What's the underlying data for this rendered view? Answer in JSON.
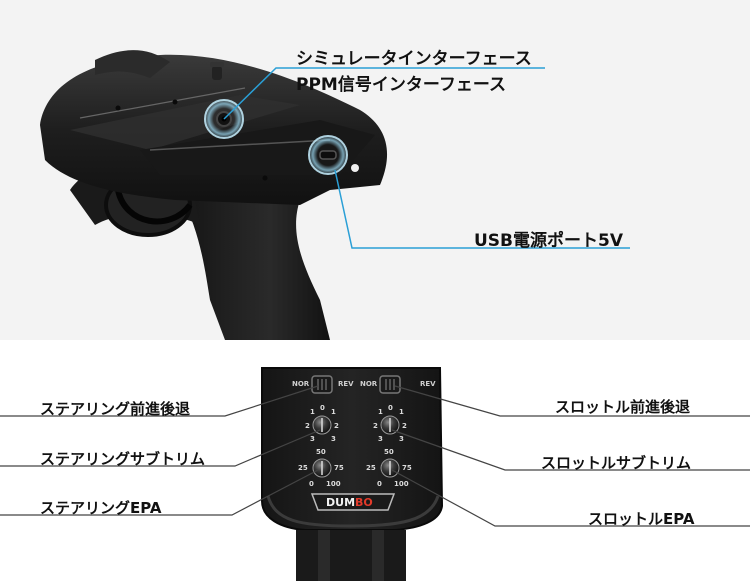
{
  "top": {
    "labels": {
      "simulator_interface": "シミュレータインターフェース",
      "ppm_interface": "PPM信号インターフェース",
      "usb_power": "USB電源ポート5V"
    }
  },
  "bottom": {
    "labels": {
      "steering_reverse": "ステアリング前進後退",
      "steering_subtrim": "ステアリングサブトリム",
      "steering_epa": "ステアリングEPA",
      "throttle_reverse": "スロットル前進後退",
      "throttle_subtrim": "スロットルサブトリム",
      "throttle_epa": "スロットルEPA"
    },
    "switch_left": {
      "nor": "NOR",
      "rev": "REV"
    },
    "switch_right": {
      "nor": "NOR",
      "rev": "REV"
    },
    "trim_knob_scale": {
      "top_left": "1",
      "top_mid": "0",
      "top_right": "1",
      "left": "2",
      "right": "2",
      "bottom_left": "3",
      "bottom_right": "3"
    },
    "epa_knob_scale": {
      "top": "50",
      "left": "25",
      "right": "75",
      "bottom_left": "0",
      "bottom_right": "100"
    },
    "brand": {
      "part1": "DUM",
      "part2": "BO"
    }
  },
  "colors": {
    "accent": "#2a9fd6",
    "device_dark": "#1c1c1c",
    "brand_red": "#e23a2a"
  }
}
